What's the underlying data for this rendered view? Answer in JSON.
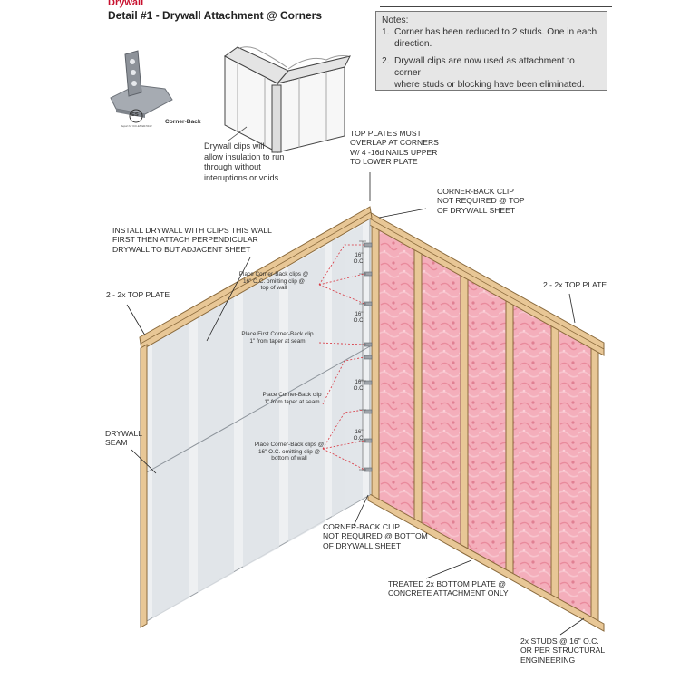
{
  "header": {
    "section": "Drywall",
    "title": "Detail #1 - Drywall Attachment @ Corners"
  },
  "notes": {
    "heading": "Notes:",
    "items": [
      {
        "num": "1.",
        "lines": [
          "Corner has been reduced to 2 studs.  One in each",
          "direction."
        ]
      },
      {
        "num": "2.",
        "lines": [
          "Drywall clips are now used as attachment to corner",
          "where studs or blocking have been eliminated."
        ]
      }
    ]
  },
  "product": {
    "name": "Corner-Back",
    "badge": "ES",
    "badge_sub": "Report for ICC-ES ER-5412",
    "caption_lines": [
      "Drywall clips will",
      "allow insulation to run",
      "through without",
      "interuptions or voids"
    ]
  },
  "callouts": {
    "top_plates": [
      "TOP PLATES MUST",
      "OVERLAP AT CORNERS",
      "W/ 4 -16d NAILS UPPER",
      "TO LOWER PLATE"
    ],
    "clip_top": [
      "CORNER-BACK CLIP",
      "NOT REQUIRED @ TOP",
      "OF DRYWALL SHEET"
    ],
    "install": [
      "INSTALL DRYWALL WITH CLIPS THIS WALL",
      "FIRST THEN ATTACH PERPENDICULAR",
      "DRYWALL TO BUT ADJACENT SHEET"
    ],
    "left_top_plate": "2 - 2x TOP PLATE",
    "right_top_plate": "2 - 2x TOP PLATE",
    "seam": [
      "DRYWALL",
      "SEAM"
    ],
    "clip_bottom": [
      "CORNER-BACK CLIP",
      "NOT REQUIRED @ BOTTOM",
      "OF DRYWALL SHEET"
    ],
    "bottom_plate": [
      "TREATED 2x BOTTOM PLATE @",
      "CONCRETE ATTACHMENT ONLY"
    ],
    "studs": [
      "2x STUDS @ 16\" O.C.",
      "OR PER STRUCTURAL",
      "ENGINEERING"
    ]
  },
  "wall_notes": {
    "n1": [
      "Place Corner-Back clips @",
      "16\" O.C. omitting clip @",
      "top of wall"
    ],
    "n2": [
      "Place First Corner-Back clip",
      "1\" from taper at seam"
    ],
    "n3": [
      "Place Corner-Back clip",
      "1\" from taper at seam"
    ],
    "n4": [
      "Place Corner-Back clips @",
      "16\" O.C. omitting clip @",
      "bottom of wall"
    ]
  },
  "spacing": [
    {
      "v": "16\"",
      "u": "O.C."
    },
    {
      "v": "16\"",
      "u": "O.C."
    },
    {
      "v": "16\"",
      "u": "O.C."
    },
    {
      "v": "16\"",
      "u": "O.C."
    }
  ],
  "colors": {
    "wood": "#e8c796",
    "wood_edge": "#8a6a3c",
    "insulation": "#f2a6b2",
    "drywall": "#eef0f2",
    "clip": "#9da2a8",
    "title_red": "#c8102e"
  }
}
